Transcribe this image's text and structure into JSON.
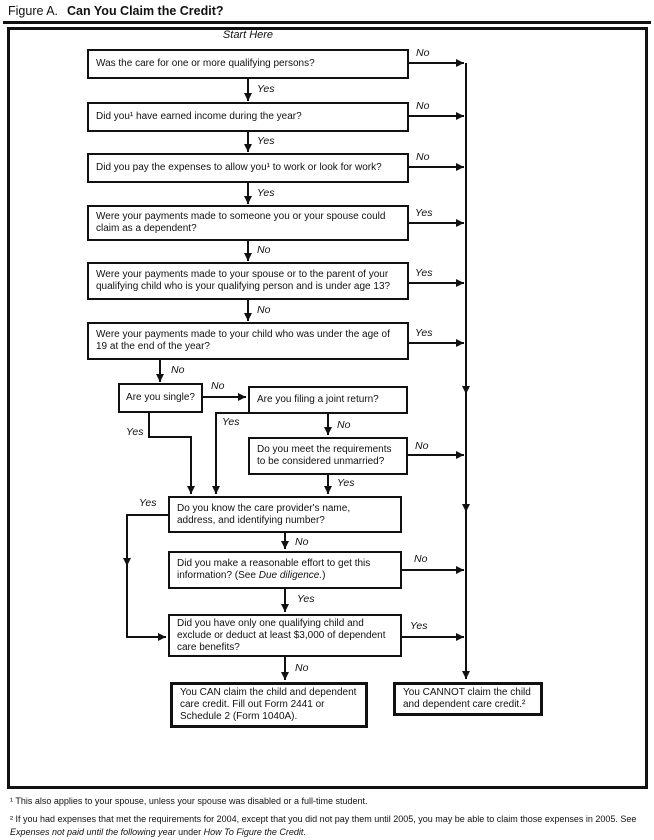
{
  "title": {
    "prefix": "Figure A.",
    "main": "Can You Claim the Credit?"
  },
  "start_label": "Start Here",
  "edge_labels": {
    "yes": "Yes",
    "no": "No"
  },
  "questions": {
    "q1": {
      "text": "Was the care for one or more qualifying persons?"
    },
    "q2": {
      "text": "Did you¹ have earned income during the year?"
    },
    "q3": {
      "text": "Did you pay the expenses to allow you¹ to work or look for work?"
    },
    "q4": {
      "text": "Were your payments made to someone you or your spouse could\nclaim as a dependent?"
    },
    "q5": {
      "text": "Were your payments made to your spouse or to the parent of your\nqualifying child who is your qualifying person and is under age 13?"
    },
    "q6": {
      "text": "Were your payments made to your child who was under the age of\n19 at the end of the year?"
    },
    "q7": {
      "text": "Are you single?"
    },
    "q8": {
      "text": "Are you filing a joint return?"
    },
    "q9": {
      "text": "Do you meet the requirements\nto be considered unmarried?"
    },
    "q10": {
      "text": "Do you know the care provider's name,\naddress, and identifying number?"
    },
    "q11": {
      "pre": "Did you make a reasonable effort to get this\ninformation? (See ",
      "italic": "Due diligence.",
      "post": ")"
    },
    "q12": {
      "text": "Did you have only one qualifying child and\nexclude or deduct at least $3,000 of dependent\ncare benefits?"
    }
  },
  "outcomes": {
    "can": {
      "text": "You CAN claim the child and dependent\ncare credit. Fill out Form 2441 or\nSchedule 2 (Form 1040A)."
    },
    "cannot": {
      "text": "You CANNOT claim the child\nand dependent care credit.²"
    }
  },
  "footnotes": {
    "f1": "¹ This also applies to your spouse, unless your spouse was disabled or a full-time student.",
    "f2": {
      "pre": "² If you had expenses that met the requirements for 2004, except that you did not pay them until 2005, you may be able to claim those expenses in 2005. See ",
      "italic1": "Expenses not paid until the following year",
      "mid": " under ",
      "italic2": "How To Figure the Credit",
      "post": "."
    }
  },
  "colors": {
    "ink": "#111111",
    "background": "#ffffff"
  }
}
